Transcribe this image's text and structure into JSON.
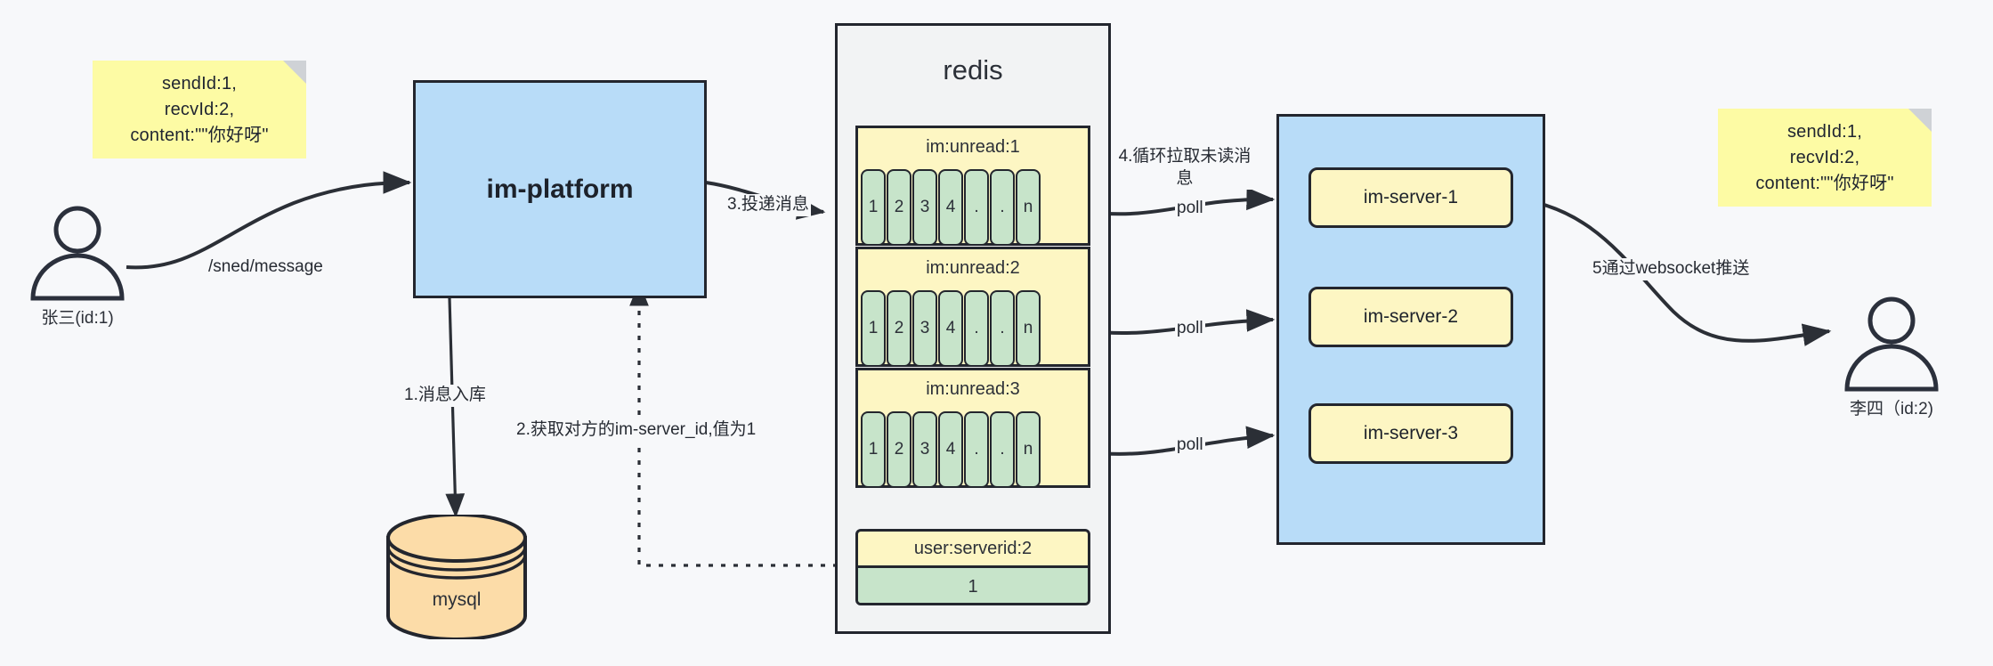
{
  "diagram": {
    "title": "IM message delivery architecture",
    "colors": {
      "blue_fill": "#b8dcf8",
      "yellow_fill": "#fdf6c3",
      "sticky_yellow": "#fdfba4",
      "green_fill": "#c7e4ca",
      "orange_fill": "#fcdca8",
      "gray_fill": "#f2f3f4",
      "stroke": "#23262e",
      "background": "#f7f8fa"
    },
    "notes": [
      {
        "id": "note-left",
        "text": "sendId:1,\nrecvId:2,\ncontent:\"\"你好呀\""
      },
      {
        "id": "note-right",
        "text": "sendId:1,\nrecvId:2,\ncontent:\"\"你好呀\""
      }
    ],
    "actors": [
      {
        "id": "sender",
        "caption": "张三(id:1)"
      },
      {
        "id": "receiver",
        "caption": "李四（id:2)"
      }
    ],
    "platform": {
      "label": "im-platform"
    },
    "database": {
      "label": "mysql"
    },
    "redis": {
      "title": "redis",
      "queues": [
        {
          "key": "im:unread:1",
          "cells": [
            "1",
            "2",
            "3",
            "4",
            ".",
            ".",
            "n"
          ]
        },
        {
          "key": "im:unread:2",
          "cells": [
            "1",
            "2",
            "3",
            "4",
            ".",
            ".",
            "n"
          ]
        },
        {
          "key": "im:unread:3",
          "cells": [
            "1",
            "2",
            "3",
            "4",
            ".",
            ".",
            "n"
          ]
        }
      ],
      "kv": {
        "key": "user:serverid:2",
        "value": "1"
      }
    },
    "servers": [
      {
        "label": "im-server-1"
      },
      {
        "label": "im-server-2"
      },
      {
        "label": "im-server-3"
      }
    ],
    "edges": {
      "send_message": "/sned/message",
      "step1": "1.消息入库",
      "step2": "2.获取对方的im-server_id,值为1",
      "step3": "3.投递消息",
      "step4": "4.循环拉取未读消息",
      "step5": "5通过websocket推送",
      "poll1": "poll",
      "poll2": "poll",
      "poll3": "poll"
    }
  }
}
